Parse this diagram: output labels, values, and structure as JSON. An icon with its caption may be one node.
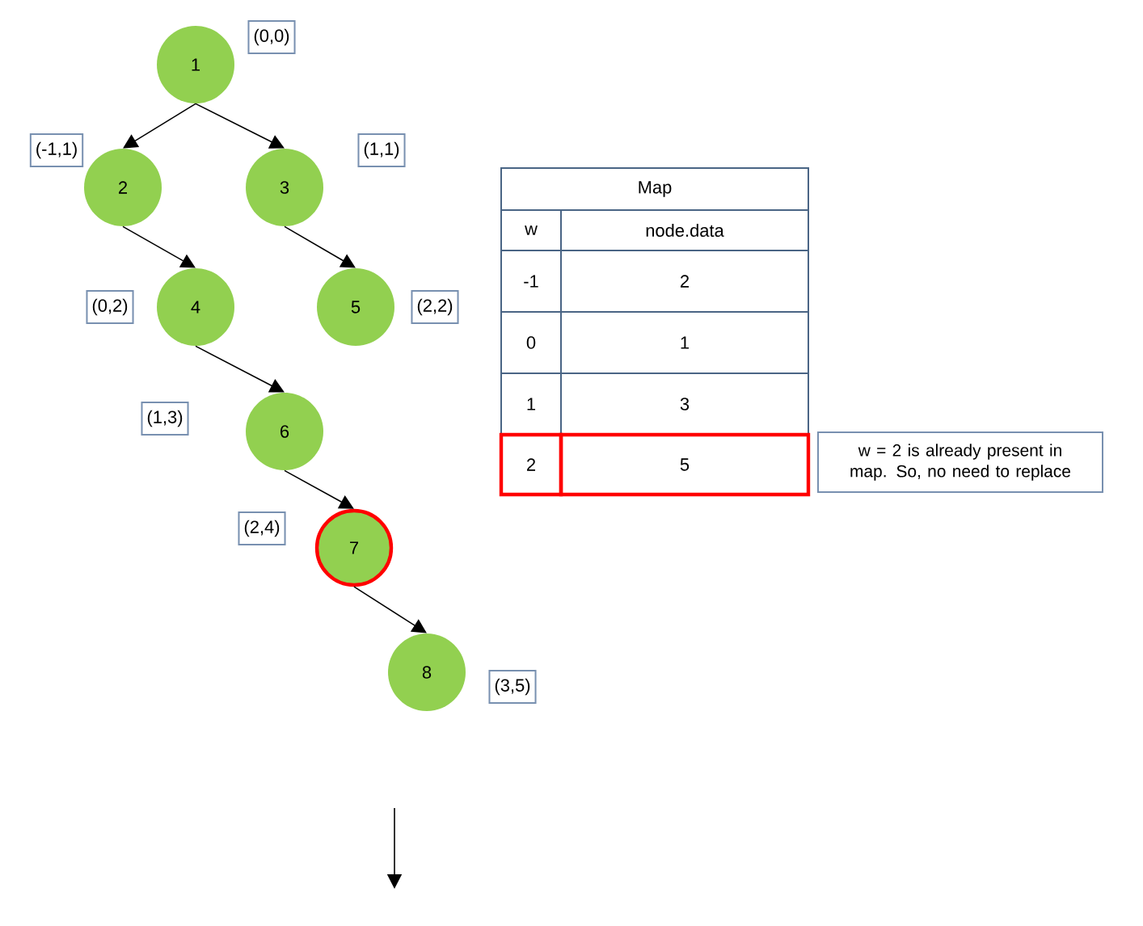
{
  "diagram": {
    "nodes": [
      {
        "text": [
          "1"
        ]
      },
      {
        "text": [
          "2"
        ]
      },
      {
        "text": [
          "3"
        ]
      },
      {
        "text": [
          "4"
        ]
      },
      {
        "text": [
          "5"
        ]
      },
      {
        "text": [
          "6"
        ]
      },
      {
        "text": [
          "7"
        ]
      },
      {
        "text": [
          "8"
        ]
      },
      {
        "text": [
          "(0,0)"
        ]
      },
      {
        "text": [
          "(-1,1)"
        ]
      },
      {
        "text": [
          "(1,1)"
        ]
      },
      {
        "text": [
          "(0,2)"
        ]
      },
      {
        "text": [
          "(2,2)"
        ]
      },
      {
        "text": [
          "(1,3)"
        ]
      },
      {
        "text": [
          "(2,4)"
        ]
      },
      {
        "text": [
          "(3,5)"
        ]
      },
      {
        "text": [
          "w = 2 is already present in map. So, no need to replace"
        ]
      }
    ],
    "edges": [
      {
        "from": 0,
        "to": 1,
        "arrow": "to"
      },
      {
        "from": 0,
        "to": 2,
        "arrow": "to"
      },
      {
        "from": 1,
        "to": 3,
        "arrow": "to"
      },
      {
        "from": 2,
        "to": 4,
        "arrow": "to"
      },
      {
        "from": 3,
        "to": 5,
        "arrow": "to"
      },
      {
        "from": 5,
        "to": 6,
        "arrow": "to"
      },
      {
        "from": 6,
        "to": 7,
        "arrow": "to"
      }
    ],
    "labels": [
      "Map",
      "w",
      "node.data",
      "-1",
      "2",
      "0",
      "1",
      "1",
      "3",
      "2",
      "5"
    ]
  }
}
